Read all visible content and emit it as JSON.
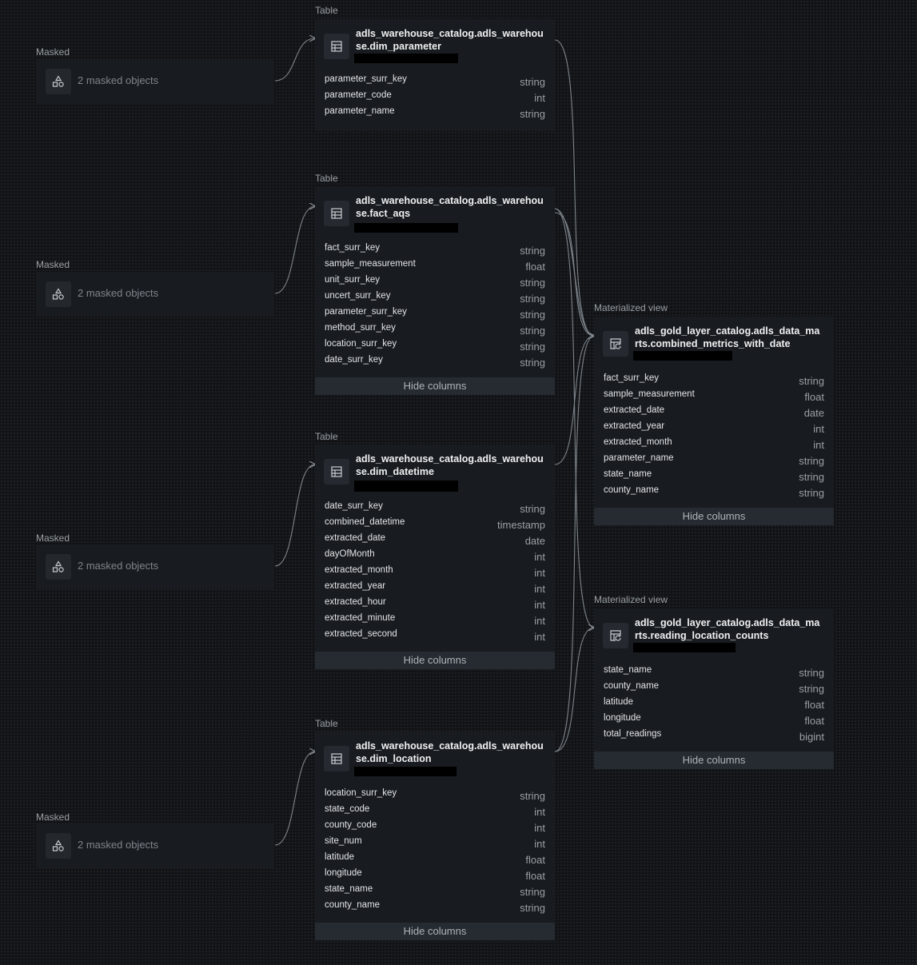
{
  "masked_label": "Masked",
  "masked_text": "2 masked objects",
  "table_label": "Table",
  "mv_label": "Materialized view",
  "hide_columns": "Hide columns",
  "tables": [
    {
      "title": "adls_warehouse_catalog.adls_warehouse.dim_parameter",
      "columns": [
        {
          "name": "parameter_surr_key",
          "type": "string"
        },
        {
          "name": "parameter_code",
          "type": "int"
        },
        {
          "name": "parameter_name",
          "type": "string"
        }
      ]
    },
    {
      "title": "adls_warehouse_catalog.adls_warehouse.fact_aqs",
      "columns": [
        {
          "name": "fact_surr_key",
          "type": "string"
        },
        {
          "name": "sample_measurement",
          "type": "float"
        },
        {
          "name": "unit_surr_key",
          "type": "string"
        },
        {
          "name": "uncert_surr_key",
          "type": "string"
        },
        {
          "name": "parameter_surr_key",
          "type": "string"
        },
        {
          "name": "method_surr_key",
          "type": "string"
        },
        {
          "name": "location_surr_key",
          "type": "string"
        },
        {
          "name": "date_surr_key",
          "type": "string"
        }
      ]
    },
    {
      "title": "adls_warehouse_catalog.adls_warehouse.dim_datetime",
      "columns": [
        {
          "name": "date_surr_key",
          "type": "string"
        },
        {
          "name": "combined_datetime",
          "type": "timestamp"
        },
        {
          "name": "extracted_date",
          "type": "date"
        },
        {
          "name": "dayOfMonth",
          "type": "int"
        },
        {
          "name": "extracted_month",
          "type": "int"
        },
        {
          "name": "extracted_year",
          "type": "int"
        },
        {
          "name": "extracted_hour",
          "type": "int"
        },
        {
          "name": "extracted_minute",
          "type": "int"
        },
        {
          "name": "extracted_second",
          "type": "int"
        }
      ]
    },
    {
      "title": "adls_warehouse_catalog.adls_warehouse.dim_location",
      "columns": [
        {
          "name": "location_surr_key",
          "type": "string"
        },
        {
          "name": "state_code",
          "type": "int"
        },
        {
          "name": "county_code",
          "type": "int"
        },
        {
          "name": "site_num",
          "type": "int"
        },
        {
          "name": "latitude",
          "type": "float"
        },
        {
          "name": "longitude",
          "type": "float"
        },
        {
          "name": "state_name",
          "type": "string"
        },
        {
          "name": "county_name",
          "type": "string"
        }
      ]
    }
  ],
  "views": [
    {
      "title": "adls_gold_layer_catalog.adls_data_marts.combined_metrics_with_date",
      "columns": [
        {
          "name": "fact_surr_key",
          "type": "string"
        },
        {
          "name": "sample_measurement",
          "type": "float"
        },
        {
          "name": "extracted_date",
          "type": "date"
        },
        {
          "name": "extracted_year",
          "type": "int"
        },
        {
          "name": "extracted_month",
          "type": "int"
        },
        {
          "name": "parameter_name",
          "type": "string"
        },
        {
          "name": "state_name",
          "type": "string"
        },
        {
          "name": "county_name",
          "type": "string"
        }
      ]
    },
    {
      "title": "adls_gold_layer_catalog.adls_data_marts.reading_location_counts",
      "columns": [
        {
          "name": "state_name",
          "type": "string"
        },
        {
          "name": "county_name",
          "type": "string"
        },
        {
          "name": "latitude",
          "type": "float"
        },
        {
          "name": "longitude",
          "type": "float"
        },
        {
          "name": "total_readings",
          "type": "bigint"
        }
      ]
    }
  ],
  "colors": {
    "background": "#111316",
    "card": "#181b1f",
    "edge": "#8a9096",
    "button": "#262b31"
  }
}
